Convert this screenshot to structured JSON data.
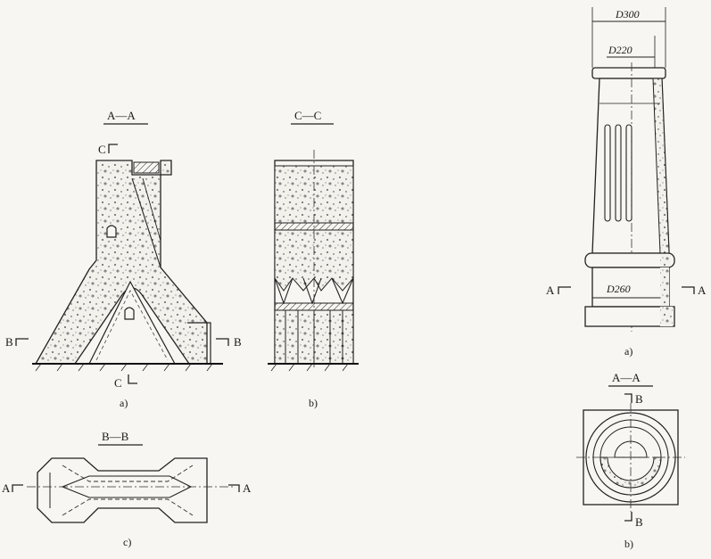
{
  "figure_left": {
    "view_a": {
      "section_title": "A—A",
      "caption": "a)",
      "section_mark_c_top": "C",
      "section_mark_c_bottom": "C",
      "section_mark_b_left": "B",
      "section_mark_b_right": "B"
    },
    "view_b": {
      "section_title": "C—C",
      "caption": "b)"
    },
    "view_c": {
      "section_title": "B—B",
      "caption": "c)",
      "section_mark_a_left": "A",
      "section_mark_a_right": "A"
    }
  },
  "figure_right": {
    "view_a": {
      "dim_top": "D300",
      "dim_mid": "D220",
      "dim_base": "D260",
      "section_mark_a_left": "A",
      "section_mark_a_right": "A",
      "caption": "a)"
    },
    "view_b": {
      "section_title": "A—A",
      "section_mark_b_top": "B",
      "section_mark_b_bottom": "B",
      "caption": "b)"
    }
  }
}
